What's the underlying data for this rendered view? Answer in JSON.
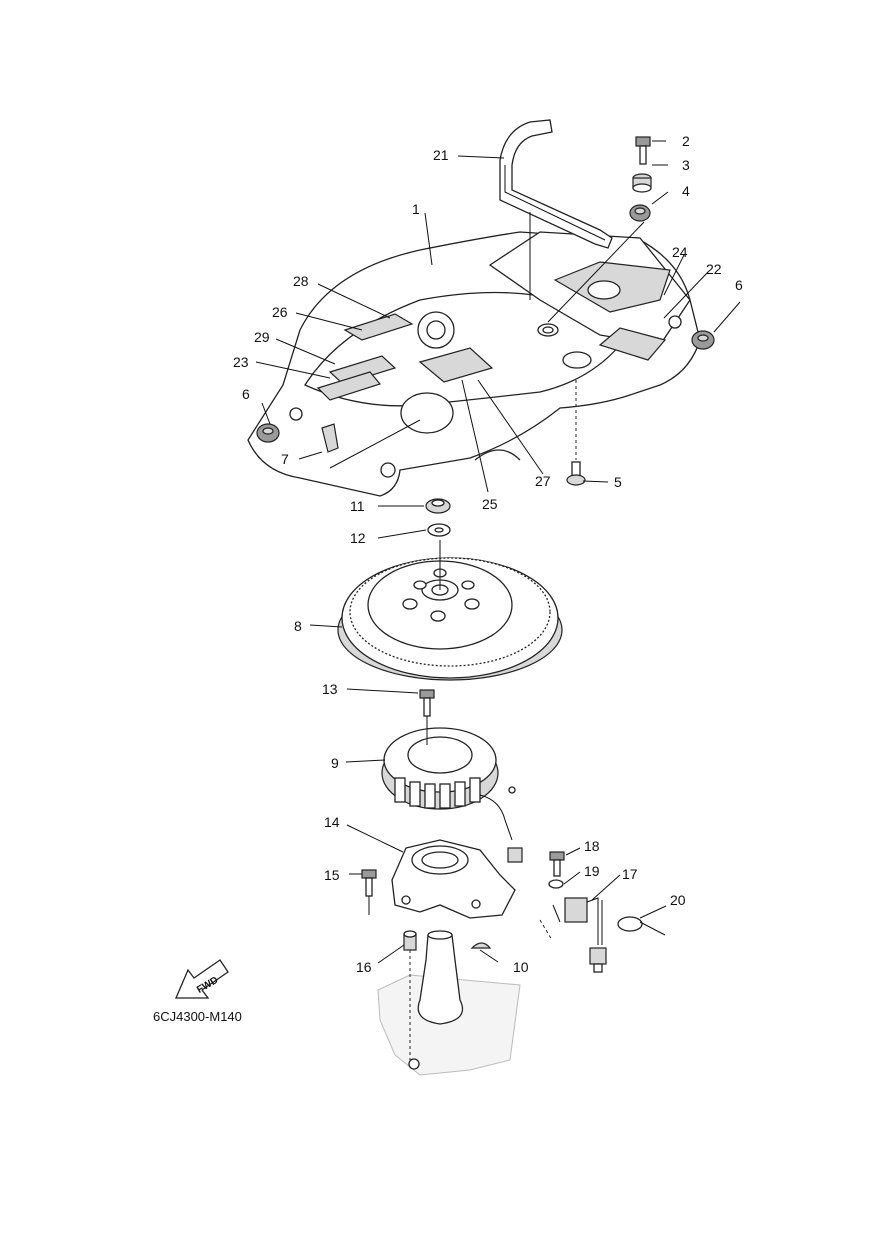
{
  "diagram": {
    "drawing_code": "6CJ4300-M140",
    "fwd_label": "FWD",
    "callouts": {
      "c1": "1",
      "c2": "2",
      "c3": "3",
      "c4": "4",
      "c5": "5",
      "c6a": "6",
      "c6b": "6",
      "c7": "7",
      "c8": "8",
      "c9": "9",
      "c10": "10",
      "c11": "11",
      "c12": "12",
      "c13": "13",
      "c14": "14",
      "c15": "15",
      "c16": "16",
      "c17": "17",
      "c18": "18",
      "c19": "19",
      "c20": "20",
      "c21": "21",
      "c22": "22",
      "c23": "23",
      "c24": "24",
      "c25": "25",
      "c26": "26",
      "c27": "27",
      "c28": "28",
      "c29": "29"
    }
  }
}
